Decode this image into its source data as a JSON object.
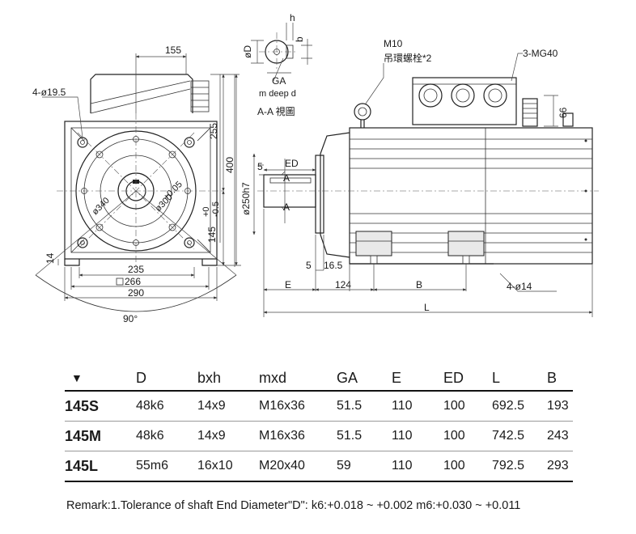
{
  "drawing": {
    "front_view": {
      "hole_note": "4-ø19.5",
      "dim_top": "155",
      "dim_255": "255",
      "dim_400": "400",
      "dim_145": "145",
      "dim_145_tol_upper": "+0",
      "dim_145_tol_lower": "-0.5",
      "dim_14": "14",
      "dim_235": "235",
      "dim_266": "266",
      "dim_290": "290",
      "angle": "90°",
      "pcd_340": "ø340",
      "pcd_300": "ø300",
      "pcd_tol": "+0.05"
    },
    "section_view": {
      "h": "h",
      "b": "b",
      "D": "øD",
      "GA": "GA",
      "m_deep": "m deep d",
      "title": "A-A 視圖"
    },
    "side_view": {
      "m10": "M10",
      "eyebolt": "吊環螺栓*2",
      "mg40": "3-MG40",
      "dim_66": "66",
      "ED": "ED",
      "five_top": "5",
      "A_top": "A",
      "A_bottom": "A",
      "spigot": "ø250h7",
      "five_bottom": "5",
      "dim_16_5": "16.5",
      "E": "E",
      "dim_124": "124",
      "B": "B",
      "feet_holes": "4-ø14",
      "L": "L"
    }
  },
  "table": {
    "marker": "▼",
    "headers": [
      "D",
      "bxh",
      "mxd",
      "GA",
      "E",
      "ED",
      "L",
      "B"
    ],
    "rows": [
      {
        "model": "145S",
        "cells": [
          "48k6",
          "14x9",
          "M16x36",
          "51.5",
          "110",
          "100",
          "692.5",
          "193"
        ]
      },
      {
        "model": "145M",
        "cells": [
          "48k6",
          "14x9",
          "M16x36",
          "51.5",
          "110",
          "100",
          "742.5",
          "243"
        ]
      },
      {
        "model": "145L",
        "cells": [
          "55m6",
          "16x10",
          "M20x40",
          "59",
          "110",
          "100",
          "792.5",
          "293"
        ]
      }
    ]
  },
  "remark": "Remark:1.Tolerance of shaft End Diameter\"D\": k6:+0.018 ~ +0.002    m6:+0.030 ~ +0.011"
}
